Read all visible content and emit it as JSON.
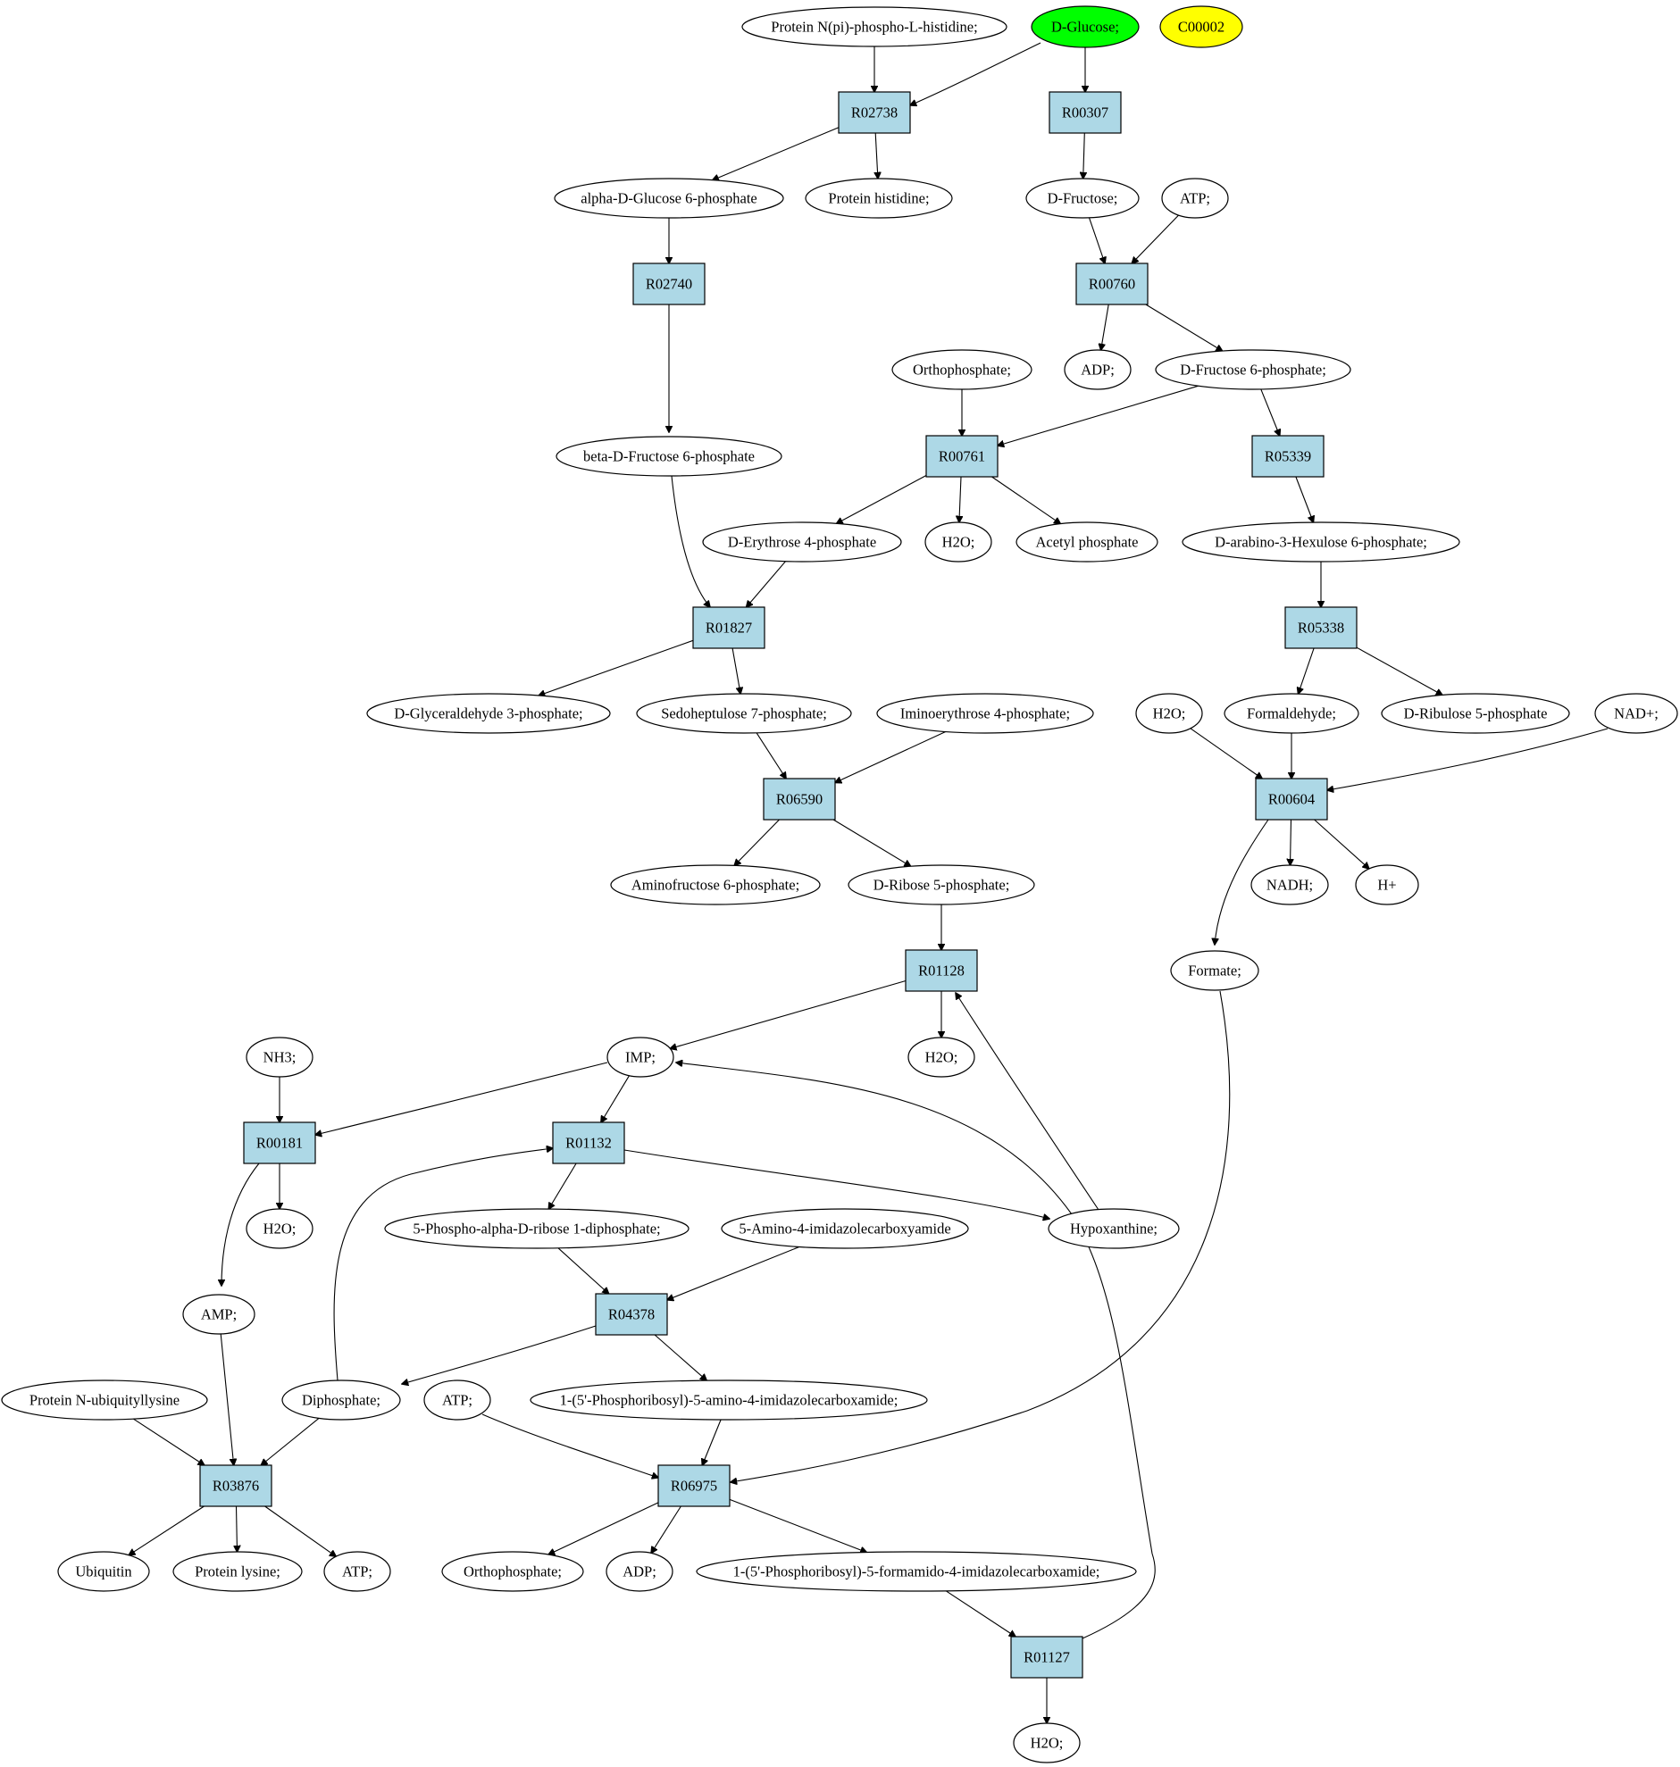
{
  "colors": {
    "reaction": "#add8e6",
    "metabolite": "#ffffff",
    "source": "#00ff00",
    "compound": "#ffff00"
  },
  "nodes": {
    "protein_npi_phospho_his": {
      "kind": "metabolite",
      "label": "Protein N(pi)-phospho-L-histidine;"
    },
    "d_glucose": {
      "kind": "source",
      "label": "D-Glucose;"
    },
    "c00002": {
      "kind": "compound",
      "label": "C00002"
    },
    "r02738": {
      "kind": "reaction",
      "label": "R02738"
    },
    "r00307": {
      "kind": "reaction",
      "label": "R00307"
    },
    "alpha_d_glucose_6p": {
      "kind": "metabolite",
      "label": "alpha-D-Glucose 6-phosphate"
    },
    "protein_histidine": {
      "kind": "metabolite",
      "label": "Protein histidine;"
    },
    "d_fructose": {
      "kind": "metabolite",
      "label": "D-Fructose;"
    },
    "atp_top": {
      "kind": "metabolite",
      "label": "ATP;"
    },
    "r02740": {
      "kind": "reaction",
      "label": "R02740"
    },
    "r00760": {
      "kind": "reaction",
      "label": "R00760"
    },
    "orthophosphate_top": {
      "kind": "metabolite",
      "label": "Orthophosphate;"
    },
    "adp_top": {
      "kind": "metabolite",
      "label": "ADP;"
    },
    "d_fructose_6p": {
      "kind": "metabolite",
      "label": "D-Fructose 6-phosphate;"
    },
    "beta_d_fructose_6p": {
      "kind": "metabolite",
      "label": "beta-D-Fructose 6-phosphate"
    },
    "r00761": {
      "kind": "reaction",
      "label": "R00761"
    },
    "r05339": {
      "kind": "reaction",
      "label": "R05339"
    },
    "d_erythrose_4p": {
      "kind": "metabolite",
      "label": "D-Erythrose 4-phosphate"
    },
    "h2o_a": {
      "kind": "metabolite",
      "label": "H2O;"
    },
    "acetyl_phosphate": {
      "kind": "metabolite",
      "label": "Acetyl phosphate"
    },
    "d_arabino_3_hexulose_6p": {
      "kind": "metabolite",
      "label": "D-arabino-3-Hexulose 6-phosphate;"
    },
    "r01827": {
      "kind": "reaction",
      "label": "R01827"
    },
    "r05338": {
      "kind": "reaction",
      "label": "R05338"
    },
    "d_glyceraldehyde_3p": {
      "kind": "metabolite",
      "label": "D-Glyceraldehyde 3-phosphate;"
    },
    "sedoheptulose_7p": {
      "kind": "metabolite",
      "label": "Sedoheptulose 7-phosphate;"
    },
    "iminoerythrose_4p": {
      "kind": "metabolite",
      "label": "Iminoerythrose 4-phosphate;"
    },
    "h2o_b": {
      "kind": "metabolite",
      "label": "H2O;"
    },
    "formaldehyde": {
      "kind": "metabolite",
      "label": "Formaldehyde;"
    },
    "d_ribulose_5p": {
      "kind": "metabolite",
      "label": "D-Ribulose 5-phosphate"
    },
    "nad_plus": {
      "kind": "metabolite",
      "label": "NAD+;"
    },
    "r06590": {
      "kind": "reaction",
      "label": "R06590"
    },
    "r00604": {
      "kind": "reaction",
      "label": "R00604"
    },
    "aminofructose_6p": {
      "kind": "metabolite",
      "label": "Aminofructose 6-phosphate;"
    },
    "d_ribose_5p": {
      "kind": "metabolite",
      "label": "D-Ribose 5-phosphate;"
    },
    "nadh": {
      "kind": "metabolite",
      "label": "NADH;"
    },
    "h_plus": {
      "kind": "metabolite",
      "label": "H+"
    },
    "r01128": {
      "kind": "reaction",
      "label": "R01128"
    },
    "formate": {
      "kind": "metabolite",
      "label": "Formate;"
    },
    "nh3": {
      "kind": "metabolite",
      "label": "NH3;"
    },
    "imp": {
      "kind": "metabolite",
      "label": "IMP;"
    },
    "h2o_c": {
      "kind": "metabolite",
      "label": "H2O;"
    },
    "r00181": {
      "kind": "reaction",
      "label": "R00181"
    },
    "r01132": {
      "kind": "reaction",
      "label": "R01132"
    },
    "h2o_d": {
      "kind": "metabolite",
      "label": "H2O;"
    },
    "prpp": {
      "kind": "metabolite",
      "label": "5-Phospho-alpha-D-ribose 1-diphosphate;"
    },
    "aica": {
      "kind": "metabolite",
      "label": "5-Amino-4-imidazolecarboxyamide"
    },
    "hypoxanthine": {
      "kind": "metabolite",
      "label": "Hypoxanthine;"
    },
    "amp": {
      "kind": "metabolite",
      "label": "AMP;"
    },
    "r04378": {
      "kind": "reaction",
      "label": "R04378"
    },
    "protein_n_ubiquityllysine": {
      "kind": "metabolite",
      "label": "Protein N-ubiquityllysine"
    },
    "diphosphate": {
      "kind": "metabolite",
      "label": "Diphosphate;"
    },
    "atp_mid": {
      "kind": "metabolite",
      "label": "ATP;"
    },
    "aicar": {
      "kind": "metabolite",
      "label": "1-(5'-Phosphoribosyl)-5-amino-4-imidazolecarboxamide;"
    },
    "r03876": {
      "kind": "reaction",
      "label": "R03876"
    },
    "r06975": {
      "kind": "reaction",
      "label": "R06975"
    },
    "ubiquitin": {
      "kind": "metabolite",
      "label": "Ubiquitin"
    },
    "protein_lysine": {
      "kind": "metabolite",
      "label": "Protein lysine;"
    },
    "atp_bottom": {
      "kind": "metabolite",
      "label": "ATP;"
    },
    "orthophosphate_bottom": {
      "kind": "metabolite",
      "label": "Orthophosphate;"
    },
    "adp_bottom": {
      "kind": "metabolite",
      "label": "ADP;"
    },
    "faicar": {
      "kind": "metabolite",
      "label": "1-(5'-Phosphoribosyl)-5-formamido-4-imidazolecarboxamide;"
    },
    "r01127": {
      "kind": "reaction",
      "label": "R01127"
    },
    "h2o_e": {
      "kind": "metabolite",
      "label": "H2O;"
    }
  },
  "edges": [
    [
      "protein_npi_phospho_his",
      "r02738"
    ],
    [
      "d_glucose",
      "r02738"
    ],
    [
      "d_glucose",
      "r00307"
    ],
    [
      "r02738",
      "alpha_d_glucose_6p"
    ],
    [
      "r02738",
      "protein_histidine"
    ],
    [
      "r00307",
      "d_fructose"
    ],
    [
      "alpha_d_glucose_6p",
      "r02740"
    ],
    [
      "d_fructose",
      "r00760"
    ],
    [
      "atp_top",
      "r00760"
    ],
    [
      "r02740",
      "beta_d_fructose_6p"
    ],
    [
      "r00760",
      "adp_top"
    ],
    [
      "r00760",
      "d_fructose_6p"
    ],
    [
      "orthophosphate_top",
      "r00761"
    ],
    [
      "d_fructose_6p",
      "r00761"
    ],
    [
      "d_fructose_6p",
      "r05339"
    ],
    [
      "r00761",
      "d_erythrose_4p"
    ],
    [
      "r00761",
      "h2o_a"
    ],
    [
      "r00761",
      "acetyl_phosphate"
    ],
    [
      "r05339",
      "d_arabino_3_hexulose_6p"
    ],
    [
      "beta_d_fructose_6p",
      "r01827"
    ],
    [
      "d_erythrose_4p",
      "r01827"
    ],
    [
      "d_arabino_3_hexulose_6p",
      "r05338"
    ],
    [
      "r01827",
      "d_glyceraldehyde_3p"
    ],
    [
      "r01827",
      "sedoheptulose_7p"
    ],
    [
      "r05338",
      "formaldehyde"
    ],
    [
      "r05338",
      "d_ribulose_5p"
    ],
    [
      "sedoheptulose_7p",
      "r06590"
    ],
    [
      "iminoerythrose_4p",
      "r06590"
    ],
    [
      "h2o_b",
      "r00604"
    ],
    [
      "formaldehyde",
      "r00604"
    ],
    [
      "nad_plus",
      "r00604"
    ],
    [
      "r06590",
      "aminofructose_6p"
    ],
    [
      "r06590",
      "d_ribose_5p"
    ],
    [
      "r00604",
      "nadh"
    ],
    [
      "r00604",
      "h_plus"
    ],
    [
      "r00604",
      "formate"
    ],
    [
      "d_ribose_5p",
      "r01128"
    ],
    [
      "r01128",
      "imp"
    ],
    [
      "r01128",
      "h2o_c"
    ],
    [
      "hypoxanthine",
      "r01128"
    ],
    [
      "nh3",
      "r00181"
    ],
    [
      "imp",
      "r00181"
    ],
    [
      "imp",
      "r01132"
    ],
    [
      "r00181",
      "h2o_d"
    ],
    [
      "r00181",
      "amp"
    ],
    [
      "r01132",
      "prpp"
    ],
    [
      "r01132",
      "hypoxanthine"
    ],
    [
      "diphosphate",
      "r01132"
    ],
    [
      "prpp",
      "r04378"
    ],
    [
      "aica",
      "r04378"
    ],
    [
      "r04378",
      "diphosphate"
    ],
    [
      "r04378",
      "aicar"
    ],
    [
      "amp",
      "r03876"
    ],
    [
      "protein_n_ubiquityllysine",
      "r03876"
    ],
    [
      "diphosphate",
      "r03876"
    ],
    [
      "atp_mid",
      "r06975"
    ],
    [
      "aicar",
      "r06975"
    ],
    [
      "formate",
      "r06975"
    ],
    [
      "r03876",
      "ubiquitin"
    ],
    [
      "r03876",
      "protein_lysine"
    ],
    [
      "r03876",
      "atp_bottom"
    ],
    [
      "r06975",
      "orthophosphate_bottom"
    ],
    [
      "r06975",
      "adp_bottom"
    ],
    [
      "r06975",
      "faicar"
    ],
    [
      "faicar",
      "r01127"
    ],
    [
      "r01127",
      "h2o_e"
    ],
    [
      "r01127",
      "imp"
    ]
  ]
}
